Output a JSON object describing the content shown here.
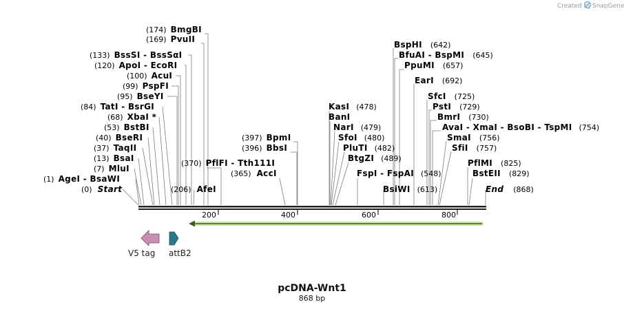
{
  "credit": {
    "created_by": "Created by",
    "brand": "SnapGene",
    "accent": "#7db3d6"
  },
  "map": {
    "name": "pcDNA-Wnt1",
    "length_label": "868 bp",
    "length": 868,
    "axis_ticks": [
      200,
      400,
      600,
      800
    ],
    "backbone_color": "#222222"
  },
  "sites": [
    {
      "name": "BmgBI",
      "pos": "(174)"
    },
    {
      "name": "PvuII",
      "pos": "(169)"
    },
    {
      "name": "BssSI - BssSαI",
      "pos": "(133)"
    },
    {
      "name": "ApoI - EcoRI",
      "pos": "(120)"
    },
    {
      "name": "AcuI",
      "pos": "(100)"
    },
    {
      "name": "PspFI",
      "pos": "(99)"
    },
    {
      "name": "BseYI",
      "pos": "(95)"
    },
    {
      "name": "TatI - BsrGI",
      "pos": "(84)"
    },
    {
      "name": "XbaI *",
      "pos": "(68)"
    },
    {
      "name": "BstBI",
      "pos": "(53)"
    },
    {
      "name": "BseRI",
      "pos": "(40)"
    },
    {
      "name": "TaqII",
      "pos": "(37)"
    },
    {
      "name": "BsaI",
      "pos": "(13)"
    },
    {
      "name": "MluI",
      "pos": "(7)"
    },
    {
      "name": "AgeI - BsaWI",
      "pos": "(1)"
    },
    {
      "name": "Start",
      "pos": "(0)"
    },
    {
      "name": "PflFI - Tth111I",
      "pos": "(370)"
    },
    {
      "name": "AfeI",
      "pos": "(206)"
    },
    {
      "name": "BpmI",
      "pos": "(397)"
    },
    {
      "name": "BbsI",
      "pos": "(396)"
    },
    {
      "name": "AccI",
      "pos": "(365)"
    },
    {
      "name": "KasI",
      "pos": "(478)"
    },
    {
      "name": "BanI",
      "pos": ""
    },
    {
      "name": "NarI",
      "pos": "(479)"
    },
    {
      "name": "SfoI",
      "pos": "(480)"
    },
    {
      "name": "PluTI",
      "pos": "(482)"
    },
    {
      "name": "BtgZI",
      "pos": "(489)"
    },
    {
      "name": "FspI - FspAI",
      "pos": "(548)"
    },
    {
      "name": "BsiWI",
      "pos": "(613)"
    },
    {
      "name": "BspHI",
      "pos": "(642)"
    },
    {
      "name": "BfuAI - BspMI",
      "pos": "(645)"
    },
    {
      "name": "PpuMI",
      "pos": "(657)"
    },
    {
      "name": "EarI",
      "pos": "(692)"
    },
    {
      "name": "SfcI",
      "pos": "(725)"
    },
    {
      "name": "PstI",
      "pos": "(729)"
    },
    {
      "name": "BmrI",
      "pos": "(730)"
    },
    {
      "name": "AvaI - XmaI - BsoBI - TspMI",
      "pos": "(754)"
    },
    {
      "name": "SmaI",
      "pos": "(756)"
    },
    {
      "name": "SfiI",
      "pos": "(757)"
    },
    {
      "name": "PflMI",
      "pos": "(825)"
    },
    {
      "name": "BstEII",
      "pos": "(829)"
    },
    {
      "name": "End",
      "pos": "(868)"
    }
  ],
  "features": [
    {
      "name": "V5 tag",
      "color": "#c98fb0",
      "direction": "reverse"
    },
    {
      "name": "attB2",
      "color": "#2b7a8c",
      "direction": "forward"
    }
  ],
  "orf": {
    "color": "#8cc63f",
    "direction": "reverse"
  }
}
